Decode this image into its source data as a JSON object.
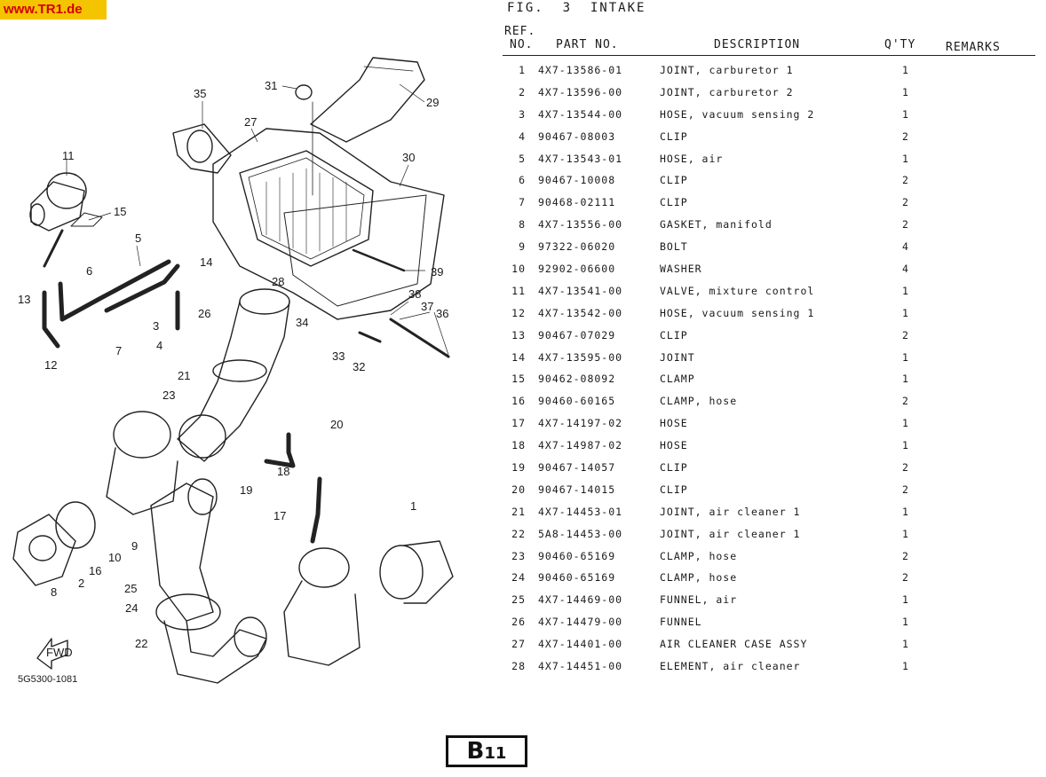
{
  "site": {
    "label": "www.TR1.de"
  },
  "figure": {
    "title": "FIG.  3  INTAKE"
  },
  "headers": {
    "ref_line1": "REF.",
    "ref_line2": "NO.",
    "part_no": "PART NO.",
    "description": "DESCRIPTION",
    "qty": "Q'TY",
    "remarks": "REMARKS"
  },
  "parts": [
    {
      "ref": "1",
      "part_no": "4X7-13586-01",
      "description": "JOINT, carburetor 1",
      "qty": "1"
    },
    {
      "ref": "2",
      "part_no": "4X7-13596-00",
      "description": "JOINT, carburetor 2",
      "qty": "1"
    },
    {
      "ref": "3",
      "part_no": "4X7-13544-00",
      "description": "HOSE, vacuum sensing 2",
      "qty": "1"
    },
    {
      "ref": "4",
      "part_no": "90467-08003",
      "description": "CLIP",
      "qty": "2"
    },
    {
      "ref": "5",
      "part_no": "4X7-13543-01",
      "description": "HOSE, air",
      "qty": "1"
    },
    {
      "ref": "6",
      "part_no": "90467-10008",
      "description": "CLIP",
      "qty": "2"
    },
    {
      "ref": "7",
      "part_no": "90468-02111",
      "description": "CLIP",
      "qty": "2"
    },
    {
      "ref": "8",
      "part_no": "4X7-13556-00",
      "description": "GASKET, manifold",
      "qty": "2"
    },
    {
      "ref": "9",
      "part_no": "97322-06020",
      "description": "BOLT",
      "qty": "4"
    },
    {
      "ref": "10",
      "part_no": "92902-06600",
      "description": "WASHER",
      "qty": "4"
    },
    {
      "ref": "11",
      "part_no": "4X7-13541-00",
      "description": "VALVE, mixture control",
      "qty": "1"
    },
    {
      "ref": "12",
      "part_no": "4X7-13542-00",
      "description": "HOSE, vacuum sensing 1",
      "qty": "1"
    },
    {
      "ref": "13",
      "part_no": "90467-07029",
      "description": "CLIP",
      "qty": "2"
    },
    {
      "ref": "14",
      "part_no": "4X7-13595-00",
      "description": "JOINT",
      "qty": "1"
    },
    {
      "ref": "15",
      "part_no": "90462-08092",
      "description": "CLAMP",
      "qty": "1"
    },
    {
      "ref": "16",
      "part_no": "90460-60165",
      "description": "CLAMP, hose",
      "qty": "2"
    },
    {
      "ref": "17",
      "part_no": "4X7-14197-02",
      "description": "HOSE",
      "qty": "1"
    },
    {
      "ref": "18",
      "part_no": "4X7-14987-02",
      "description": "HOSE",
      "qty": "1"
    },
    {
      "ref": "19",
      "part_no": "90467-14057",
      "description": "CLIP",
      "qty": "2"
    },
    {
      "ref": "20",
      "part_no": "90467-14015",
      "description": "CLIP",
      "qty": "2"
    },
    {
      "ref": "21",
      "part_no": "4X7-14453-01",
      "description": "JOINT, air cleaner 1",
      "qty": "1"
    },
    {
      "ref": "22",
      "part_no": "5A8-14453-00",
      "description": "JOINT, air cleaner 1",
      "qty": "1"
    },
    {
      "ref": "23",
      "part_no": "90460-65169",
      "description": "CLAMP, hose",
      "qty": "2"
    },
    {
      "ref": "24",
      "part_no": "90460-65169",
      "description": "CLAMP, hose",
      "qty": "2"
    },
    {
      "ref": "25",
      "part_no": "4X7-14469-00",
      "description": "FUNNEL, air",
      "qty": "1"
    },
    {
      "ref": "26",
      "part_no": "4X7-14479-00",
      "description": "FUNNEL",
      "qty": "1"
    },
    {
      "ref": "27",
      "part_no": "4X7-14401-00",
      "description": "AIR CLEANER CASE ASSY",
      "qty": "1"
    },
    {
      "ref": "28",
      "part_no": "4X7-14451-00",
      "description": "ELEMENT, air cleaner",
      "qty": "1"
    }
  ],
  "diagram": {
    "code": "5G5300-1081",
    "fwd_label": "FWD",
    "callouts": [
      "1",
      "2",
      "3",
      "4",
      "5",
      "6",
      "7",
      "8",
      "9",
      "10",
      "11",
      "12",
      "13",
      "14",
      "15",
      "16",
      "17",
      "18",
      "19",
      "20",
      "21",
      "22",
      "23",
      "24",
      "25",
      "26",
      "27",
      "28",
      "29",
      "30",
      "31",
      "32",
      "33",
      "34",
      "35",
      "36",
      "37",
      "38",
      "39"
    ]
  },
  "page": {
    "badge": "B",
    "badge_sub": "11"
  }
}
